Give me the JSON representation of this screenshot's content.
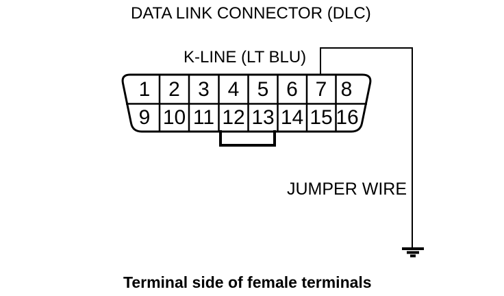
{
  "diagram": {
    "title": "DATA LINK CONNECTOR (DLC)",
    "pin7_wire_label": "K-LINE (LT BLU)",
    "jumper_wire_label": "JUMPER WIRE",
    "caption": "Terminal side of female terminals",
    "connector": {
      "name": "DLC 16-pin connector",
      "rows": [
        {
          "pins": [
            "1",
            "2",
            "3",
            "4",
            "5",
            "6",
            "7",
            "8"
          ]
        },
        {
          "pins": [
            "9",
            "10",
            "11",
            "12",
            "13",
            "14",
            "15",
            "16"
          ]
        }
      ],
      "wire_from_pin": "7",
      "wire_to": "ground"
    },
    "icons": {
      "ground": "earth-ground-icon"
    },
    "colors": {
      "ink": "#000000",
      "background": "#ffffff"
    }
  }
}
